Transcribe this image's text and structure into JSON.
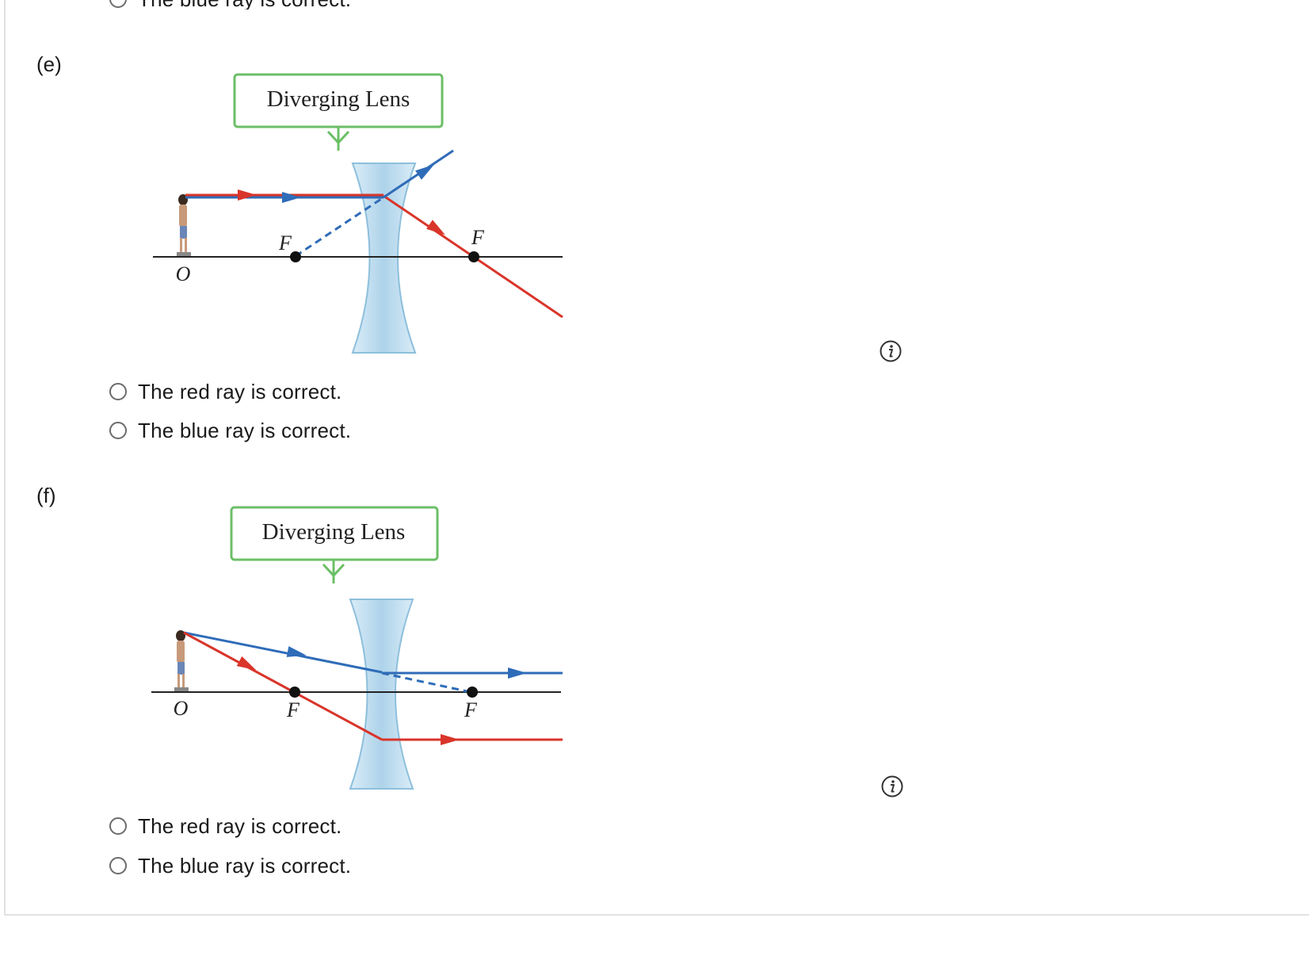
{
  "top_clipped_option": {
    "label": "The blue ray is correct."
  },
  "parts": [
    {
      "label": "(e)",
      "figure": {
        "callout": "Diverging Lens",
        "object_label": "O",
        "focal_left": "F",
        "focal_right": "F"
      },
      "options": [
        "The red ray is correct.",
        "The blue ray is correct."
      ]
    },
    {
      "label": "(f)",
      "figure": {
        "callout": "Diverging Lens",
        "object_label": "O",
        "focal_left": "F",
        "focal_right": "F"
      },
      "options": [
        "The red ray is correct.",
        "The blue ray is correct."
      ]
    }
  ],
  "colors": {
    "red_ray": "#d9352a",
    "blue_ray": "#2f6cb8",
    "lens_fill": "#cfe6f3",
    "lens_stroke": "#8dbfdc",
    "callout_border": "#6cbf67",
    "axis": "#222222"
  },
  "icons": {
    "info": "info-circle-icon"
  }
}
